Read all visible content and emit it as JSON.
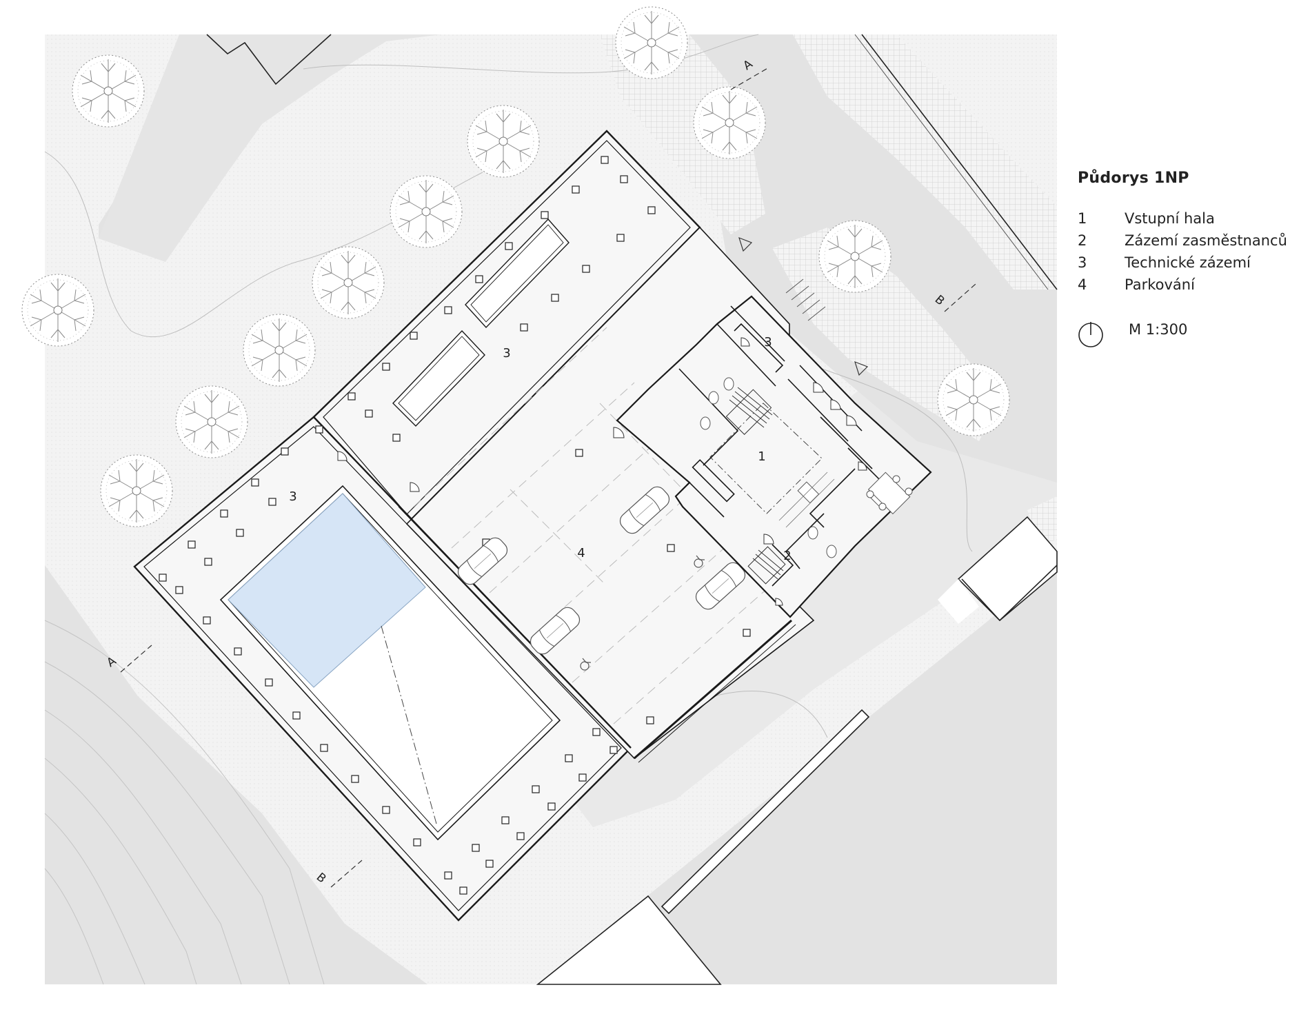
{
  "title": "Půdorys 1NP",
  "legend": [
    {
      "num": "1",
      "label": "Vstupní hala"
    },
    {
      "num": "2",
      "label": "Zázemí zasměstnanců"
    },
    {
      "num": "3",
      "label": "Technické zázemí"
    },
    {
      "num": "4",
      "label": "Parkování"
    }
  ],
  "scale": "M 1:300",
  "room_labels": {
    "r1": "1",
    "r2": "2",
    "r3a": "3",
    "r3b": "3",
    "r3c": "3",
    "r4": "4"
  },
  "section_marks": {
    "a_top": "A",
    "a_bottom": "A",
    "b_right": "B",
    "b_bottom": "B"
  },
  "icons": [
    "tree-icon",
    "car-icon",
    "north-arrow-icon",
    "wheelchair-icon",
    "entrance-triangle-icon"
  ],
  "colors": {
    "pool": "#d6e5f6",
    "paving": "#efefef",
    "road": "#e3e3e3",
    "wall": "#1a1a1a"
  }
}
